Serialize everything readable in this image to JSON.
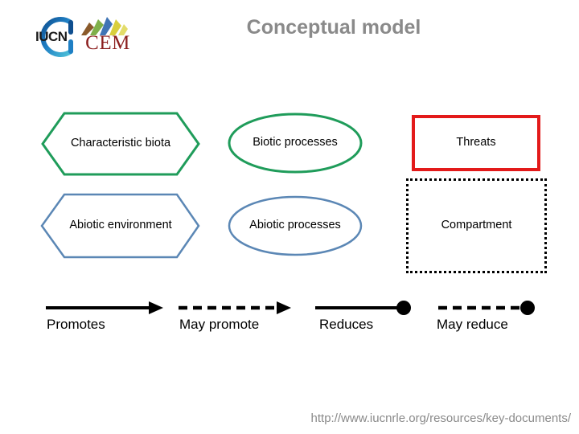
{
  "slide": {
    "title": "Conceptual model",
    "footer_url": "http://www.iucnrle.org/resources/key-documents/"
  },
  "logos": {
    "iucn": {
      "text": "IUCN",
      "name": "iucn-logo",
      "ring_color": "#1f7fc4"
    },
    "cem": {
      "text": "CEM",
      "name": "cem-logo",
      "text_color": "#8c1f1f"
    }
  },
  "diagram": {
    "nodes": [
      {
        "id": "characteristic-biota",
        "label": "Characteristic biota",
        "shape": "hexagon",
        "color": "#1f9c5a"
      },
      {
        "id": "biotic-processes",
        "label": "Biotic processes",
        "shape": "ellipse",
        "color": "#1f9c5a"
      },
      {
        "id": "threats",
        "label": "Threats",
        "shape": "rectangle",
        "color": "#e31a1a"
      },
      {
        "id": "abiotic-environment",
        "label": "Abiotic environment",
        "shape": "hexagon",
        "color": "#5b87b5"
      },
      {
        "id": "abiotic-processes",
        "label": "Abiotic processes",
        "shape": "ellipse",
        "color": "#5b87b5"
      },
      {
        "id": "compartment",
        "label": "Compartment",
        "shape": "rectangle-dotted",
        "color": "#000000"
      }
    ]
  },
  "legend": {
    "items": [
      {
        "id": "promotes",
        "label": "Promotes",
        "glyph": "solid-arrow"
      },
      {
        "id": "may-promote",
        "label": "May promote",
        "glyph": "dashed-arrow"
      },
      {
        "id": "reduces",
        "label": "Reduces",
        "glyph": "solid-circle-end"
      },
      {
        "id": "may-reduce",
        "label": "May reduce",
        "glyph": "dashed-circle-end"
      }
    ]
  }
}
